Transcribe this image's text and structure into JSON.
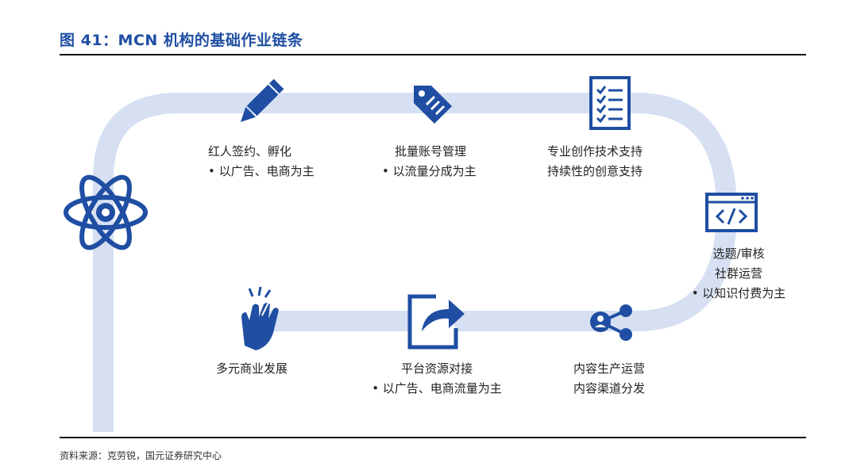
{
  "title": "图 41：MCN 机构的基础作业链条",
  "source": "资料来源：克劳锐，国元证券研究中心",
  "colors": {
    "accent": "#1f4ea3",
    "track": "#d6e0f2"
  },
  "steps": [
    {
      "icon": "pen-icon",
      "lines": [
        "红人签约、孵化",
        "• 以广告、电商为主"
      ]
    },
    {
      "icon": "tag-icon",
      "lines": [
        "批量账号管理",
        "• 以流量分成为主"
      ]
    },
    {
      "icon": "checklist-icon",
      "lines": [
        "专业创作技术支持",
        "持续性的创意支持"
      ]
    },
    {
      "icon": "code-window-icon",
      "lines": [
        "选题/审核",
        "社群运营",
        "• 以知识付费为主"
      ]
    },
    {
      "icon": "share-icon",
      "lines": [
        "内容生产运营",
        "内容渠道分发"
      ]
    },
    {
      "icon": "export-icon",
      "lines": [
        "平台资源对接",
        "• 以广告、电商流量为主"
      ]
    },
    {
      "icon": "clapping-hands-icon",
      "lines": [
        "多元商业发展"
      ]
    }
  ],
  "start_icon": "atom-icon"
}
